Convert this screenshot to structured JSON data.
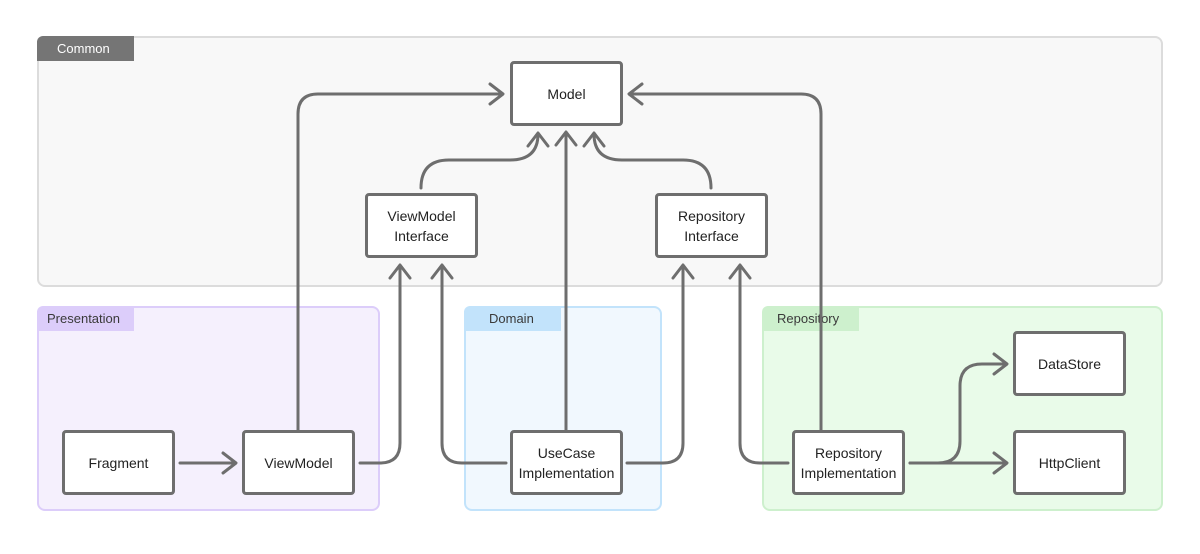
{
  "colors": {
    "arrow": "#6e6e6e",
    "node_border": "#6e6e6e",
    "common_fill": "#f8f8f8",
    "common_label": "#757575",
    "presentation_fill": "#f5f0fd",
    "presentation_label": "#dccdfa",
    "domain_fill": "#f1f8fe",
    "domain_label": "#c2e3fb",
    "repository_fill": "#e9fbe9",
    "repository_label": "#cdf0cd"
  },
  "groups": {
    "common": "Common",
    "presentation": "Presentation",
    "domain": "Domain",
    "repository": "Repository"
  },
  "nodes": {
    "model": [
      "Model"
    ],
    "viewmodel_interface": [
      "ViewModel",
      "Interface"
    ],
    "repository_interface": [
      "Repository",
      "Interface"
    ],
    "fragment": [
      "Fragment"
    ],
    "viewmodel": [
      "ViewModel"
    ],
    "usecase_implementation": [
      "UseCase",
      "Implementation"
    ],
    "repository_implementation": [
      "Repository",
      "Implementation"
    ],
    "datastore": [
      "DataStore"
    ],
    "httpclient": [
      "HttpClient"
    ]
  },
  "edges": [
    {
      "from": "viewmodel",
      "to": "model"
    },
    {
      "from": "repository_implementation",
      "to": "model"
    },
    {
      "from": "usecase_implementation",
      "to": "model"
    },
    {
      "from": "viewmodel_interface",
      "to": "model"
    },
    {
      "from": "repository_interface",
      "to": "model"
    },
    {
      "from": "fragment",
      "to": "viewmodel"
    },
    {
      "from": "viewmodel",
      "to": "viewmodel_interface"
    },
    {
      "from": "usecase_implementation",
      "to": "viewmodel_interface"
    },
    {
      "from": "usecase_implementation",
      "to": "repository_interface"
    },
    {
      "from": "repository_implementation",
      "to": "repository_interface"
    },
    {
      "from": "repository_implementation",
      "to": "datastore"
    },
    {
      "from": "repository_implementation",
      "to": "httpclient"
    }
  ]
}
